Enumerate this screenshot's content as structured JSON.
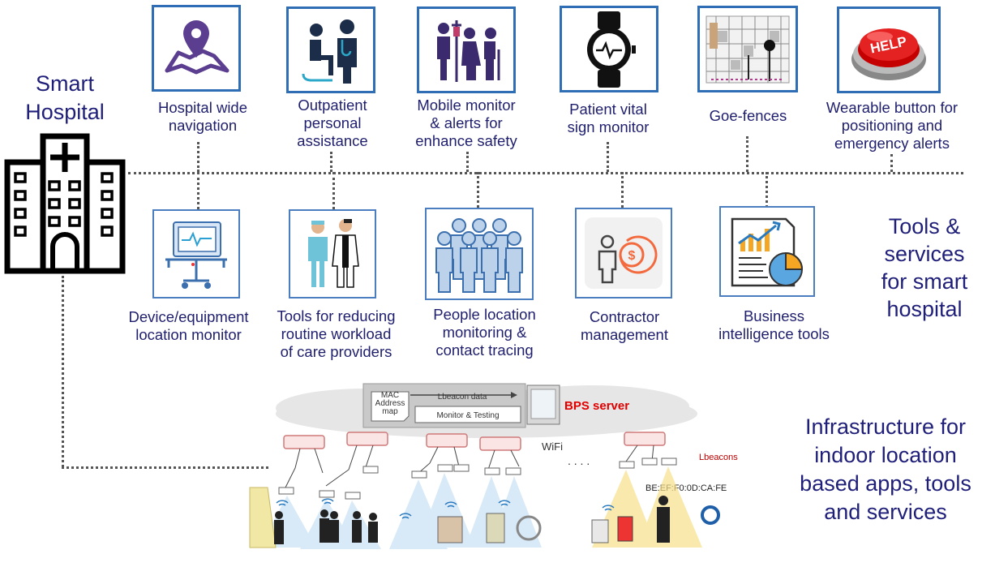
{
  "title": {
    "line1": "Smart",
    "line2": "Hospital"
  },
  "tools_heading": {
    "l1": "Tools &",
    "l2": "services",
    "l3": "for smart",
    "l4": "hospital"
  },
  "infra_heading": {
    "l1": "Infrastructure for",
    "l2": "indoor location",
    "l3": "based apps, tools",
    "l4": "and services"
  },
  "top_items": [
    {
      "l1": "Hospital wide",
      "l2": "navigation",
      "icon": "map-pin-icon"
    },
    {
      "l1": "Outpatient",
      "l2": "personal",
      "l3": "assistance",
      "icon": "doctor-patient-icon"
    },
    {
      "l1": "Mobile monitor",
      "l2": "& alerts for",
      "l3": "enhance safety",
      "icon": "mobile-patients-icon"
    },
    {
      "l1": "Patient vital",
      "l2": "sign monitor",
      "icon": "smartwatch-icon"
    },
    {
      "l1": "Goe-fences",
      "icon": "floor-plan-icon"
    },
    {
      "l1": "Wearable button for",
      "l2": "positioning and",
      "l3": "emergency alerts",
      "icon": "help-button-icon"
    }
  ],
  "bottom_items": [
    {
      "l1": "Device/equipment",
      "l2": "location monitor",
      "icon": "medical-cart-icon"
    },
    {
      "l1": "Tools for reducing",
      "l2": "routine workload",
      "l3": "of care providers",
      "icon": "care-providers-icon"
    },
    {
      "l1": "People location",
      "l2": "monitoring &",
      "l3": "contact tracing",
      "icon": "people-group-icon"
    },
    {
      "l1": "Contractor",
      "l2": "management",
      "icon": "contractor-icon"
    },
    {
      "l1": "Business",
      "l2": "intelligence tools",
      "icon": "bi-report-icon"
    }
  ],
  "infra": {
    "mac_l1": "MAC",
    "mac_l2": "Address",
    "mac_l3": "map",
    "lbeacon_data": "Lbeacon data",
    "monitor_testing": "Monitor & Testing",
    "bps_server": "BPS server",
    "wifi": "WiFi",
    "dots": ". . . .",
    "lbeacons": "Lbeacons",
    "mac_addr": "BE:EF:F0:0D:CA:FE"
  },
  "colors": {
    "title": "#1f1f7a",
    "border": "#2f6db5",
    "bps": "#e00000"
  }
}
